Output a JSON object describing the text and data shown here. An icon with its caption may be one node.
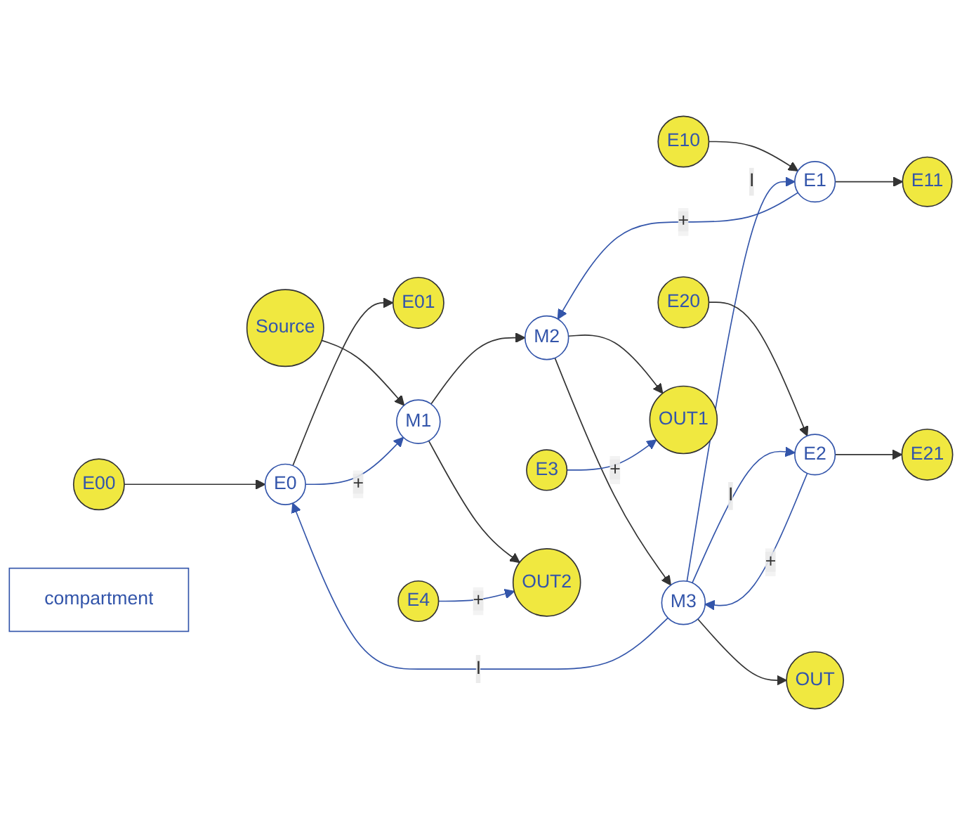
{
  "diagram": {
    "nodes": [
      {
        "text": [
          "E01"
        ]
      },
      {
        "text": [
          "E00"
        ]
      },
      {
        "text": [
          "E11"
        ]
      },
      {
        "text": [
          "E10"
        ]
      },
      {
        "text": [
          "E21"
        ]
      },
      {
        "text": [
          "E20"
        ]
      },
      {
        "text": [
          "compartment"
        ]
      },
      {
        "text": [
          "E0"
        ]
      },
      {
        "text": [
          "E1"
        ]
      },
      {
        "text": [
          "E2"
        ]
      },
      {
        "text": [
          "Source"
        ]
      },
      {
        "text": [
          "M1"
        ]
      },
      {
        "text": [
          "M2"
        ]
      },
      {
        "text": [
          "M3"
        ]
      },
      {
        "text": [
          "OUT"
        ]
      },
      {
        "text": [
          "E4"
        ]
      },
      {
        "text": [
          "E3"
        ]
      },
      {
        "text": [
          "OUT2"
        ]
      },
      {
        "text": [
          "OUT1"
        ]
      }
    ],
    "edges": [
      {
        "from": 7,
        "to": 0,
        "arrow": "to"
      },
      {
        "from": 1,
        "to": 7,
        "arrow": "to"
      },
      {
        "from": 13,
        "to": 7,
        "arrow": "to",
        "label": "I",
        "color": "#3355aa"
      },
      {
        "from": 8,
        "to": 2,
        "arrow": "to"
      },
      {
        "from": 3,
        "to": 8,
        "arrow": "to"
      },
      {
        "from": 13,
        "to": 8,
        "arrow": "to",
        "label": "I",
        "color": "#3355aa"
      },
      {
        "from": 9,
        "to": 4,
        "arrow": "to"
      },
      {
        "from": 5,
        "to": 9,
        "arrow": "to"
      },
      {
        "from": 13,
        "to": 9,
        "arrow": "to",
        "label": "I",
        "color": "#3355aa"
      },
      {
        "from": 10,
        "to": 11,
        "arrow": "to"
      },
      {
        "from": 7,
        "to": 11,
        "arrow": "to",
        "label": "+",
        "color": "#3355aa"
      },
      {
        "from": 11,
        "to": 12,
        "arrow": "to"
      },
      {
        "from": 8,
        "to": 12,
        "arrow": "to",
        "label": "+",
        "color": "#3355aa"
      },
      {
        "from": 12,
        "to": 13,
        "arrow": "to"
      },
      {
        "from": 9,
        "to": 13,
        "arrow": "to",
        "label": "+",
        "color": "#3355aa"
      },
      {
        "from": 13,
        "to": 14,
        "arrow": "to"
      },
      {
        "from": 11,
        "to": 17,
        "arrow": "to"
      },
      {
        "from": 15,
        "to": 17,
        "arrow": "to",
        "label": "+",
        "color": "#3355aa"
      },
      {
        "from": 12,
        "to": 18,
        "arrow": "to"
      },
      {
        "from": 16,
        "to": 18,
        "arrow": "to",
        "label": "+",
        "color": "#3355aa"
      }
    ]
  }
}
